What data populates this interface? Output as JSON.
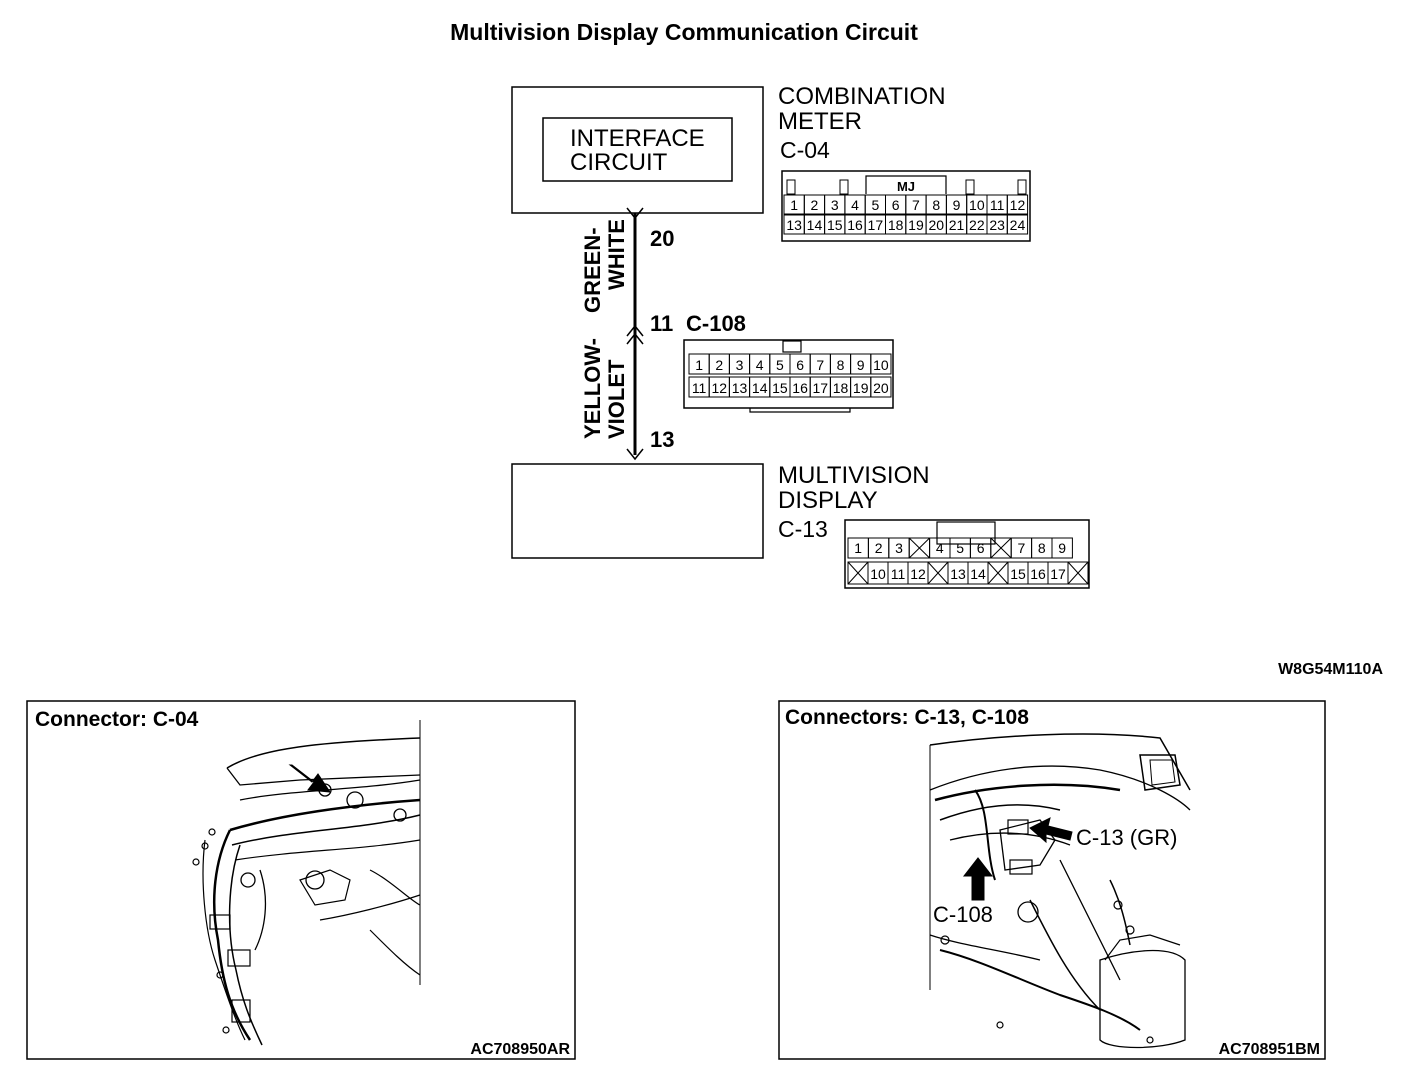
{
  "title": "Multivision Display Communication Circuit",
  "drawing_code": "W8G54M110A",
  "combination_meter": {
    "name_line1": "COMBINATION",
    "name_line2": "METER",
    "connector_id": "C-04",
    "inner_block_line1": "INTERFACE",
    "inner_block_line2": "CIRCUIT",
    "connector_tag": "MJ",
    "pins_row1": [
      "1",
      "2",
      "3",
      "4",
      "5",
      "6",
      "7",
      "8",
      "9",
      "10",
      "11",
      "12"
    ],
    "pins_row2": [
      "13",
      "14",
      "15",
      "16",
      "17",
      "18",
      "19",
      "20",
      "21",
      "22",
      "23",
      "24"
    ]
  },
  "wire_upper": {
    "color_line1": "GREEN-",
    "color_line2": "WHITE",
    "pin_top": "20"
  },
  "junction": {
    "pin": "11",
    "connector_id": "C-108",
    "pins_row1": [
      "1",
      "2",
      "3",
      "4",
      "5",
      "6",
      "7",
      "8",
      "9",
      "10"
    ],
    "pins_row2": [
      "11",
      "12",
      "13",
      "14",
      "15",
      "16",
      "17",
      "18",
      "19",
      "20"
    ]
  },
  "wire_lower": {
    "color_line1": "YELLOW-",
    "color_line2": "VIOLET",
    "pin_bottom": "13"
  },
  "multivision_display": {
    "name_line1": "MULTIVISION",
    "name_line2": "DISPLAY",
    "connector_id": "C-13",
    "pins_row1": [
      "1",
      "2",
      "3",
      "",
      "4",
      "5",
      "6",
      "",
      "7",
      "8",
      "9"
    ],
    "pins_row2": [
      "",
      "10",
      "11",
      "12",
      "",
      "13",
      "14",
      "",
      "15",
      "16",
      "17",
      ""
    ]
  },
  "panel_left": {
    "heading": "Connector: C-04",
    "figure_code": "AC708950AR"
  },
  "panel_right": {
    "heading": "Connectors: C-13, C-108",
    "callout_c13": "C-13 (GR)",
    "callout_c108": "C-108",
    "figure_code": "AC708951BM"
  }
}
